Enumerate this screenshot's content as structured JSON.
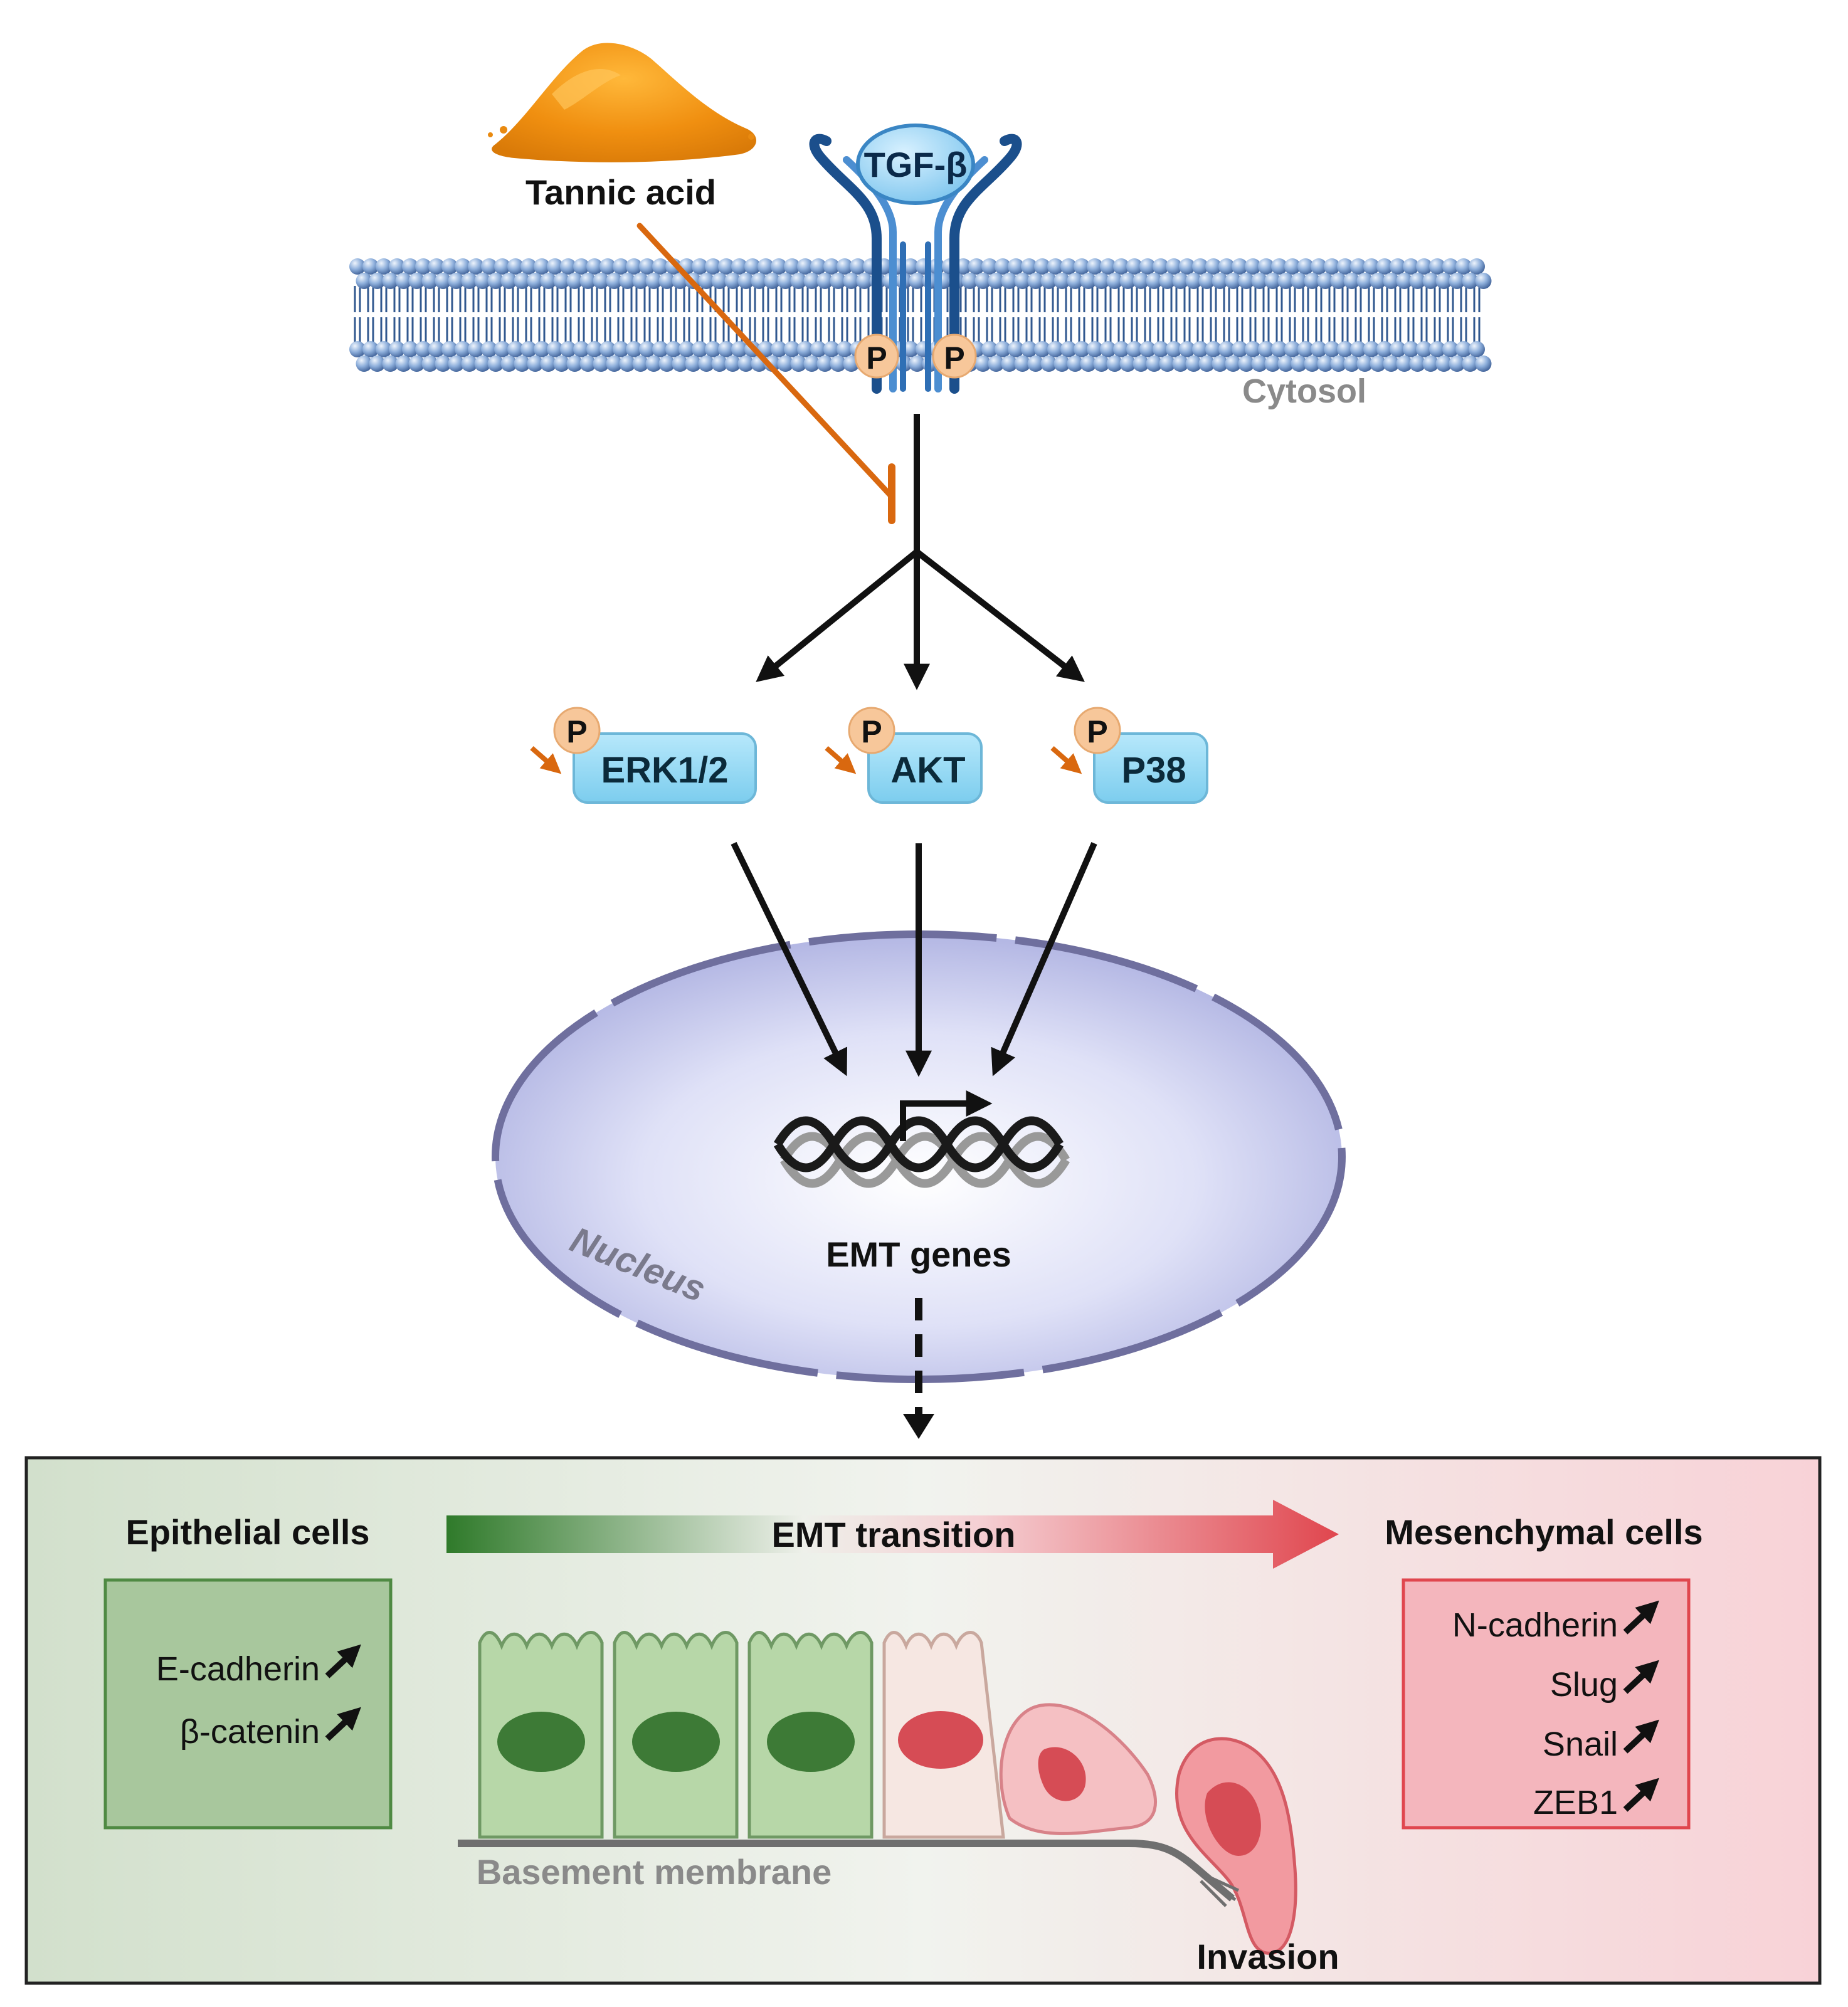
{
  "labels": {
    "tannic_acid": "Tannic acid",
    "tgf_beta": "TGF-β",
    "cytosol": "Cytosol",
    "phospho": "P",
    "erk": "ERK1/2",
    "akt": "AKT",
    "p38": "P38",
    "nucleus": "Nucleus",
    "emt_genes": "EMT genes",
    "epithelial_cells": "Epithelial cells",
    "emt_transition": "EMT transition",
    "mesenchymal_cells": "Mesenchymal cells",
    "basement_membrane": "Basement membrane",
    "invasion": "Invasion"
  },
  "epithelial_markers": [
    "E-cadherin",
    "β-catenin"
  ],
  "mesenchymal_markers": [
    "N-cadherin",
    "Slug",
    "Snail",
    "ZEB1"
  ],
  "colors": {
    "inhibitor": "#d9680f",
    "kinase_fill": "#8fd8f2",
    "phospho_fill": "#f7c79a",
    "membrane": "#6f93c6",
    "receptor": "#1b4f8c",
    "nucleus": "#c6c9ee",
    "epithelial": "#2f7a2f",
    "mesenchymal": "#e0464e"
  }
}
